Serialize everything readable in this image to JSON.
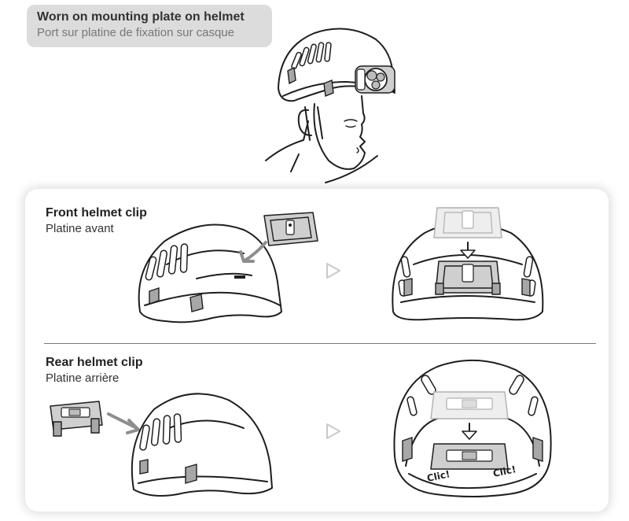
{
  "header": {
    "title": "Worn on mounting plate on helmet",
    "subtitle": "Port sur platine de fixation sur casque"
  },
  "front_clip": {
    "title": "Front helmet clip",
    "subtitle": "Platine avant"
  },
  "rear_clip": {
    "title": "Rear helmet clip",
    "subtitle": "Platine arrière",
    "click_left": "Clic!",
    "click_right": "Clic!"
  },
  "colors": {
    "header_background": "#dcdcdc",
    "clip_fill": "#cfcfcf",
    "pad_fill": "#a7a7a7",
    "arrow": "#8d8d8d"
  },
  "icons": [
    "headlamp-on-helmet",
    "helmet",
    "mounting-plate",
    "step-arrow"
  ]
}
